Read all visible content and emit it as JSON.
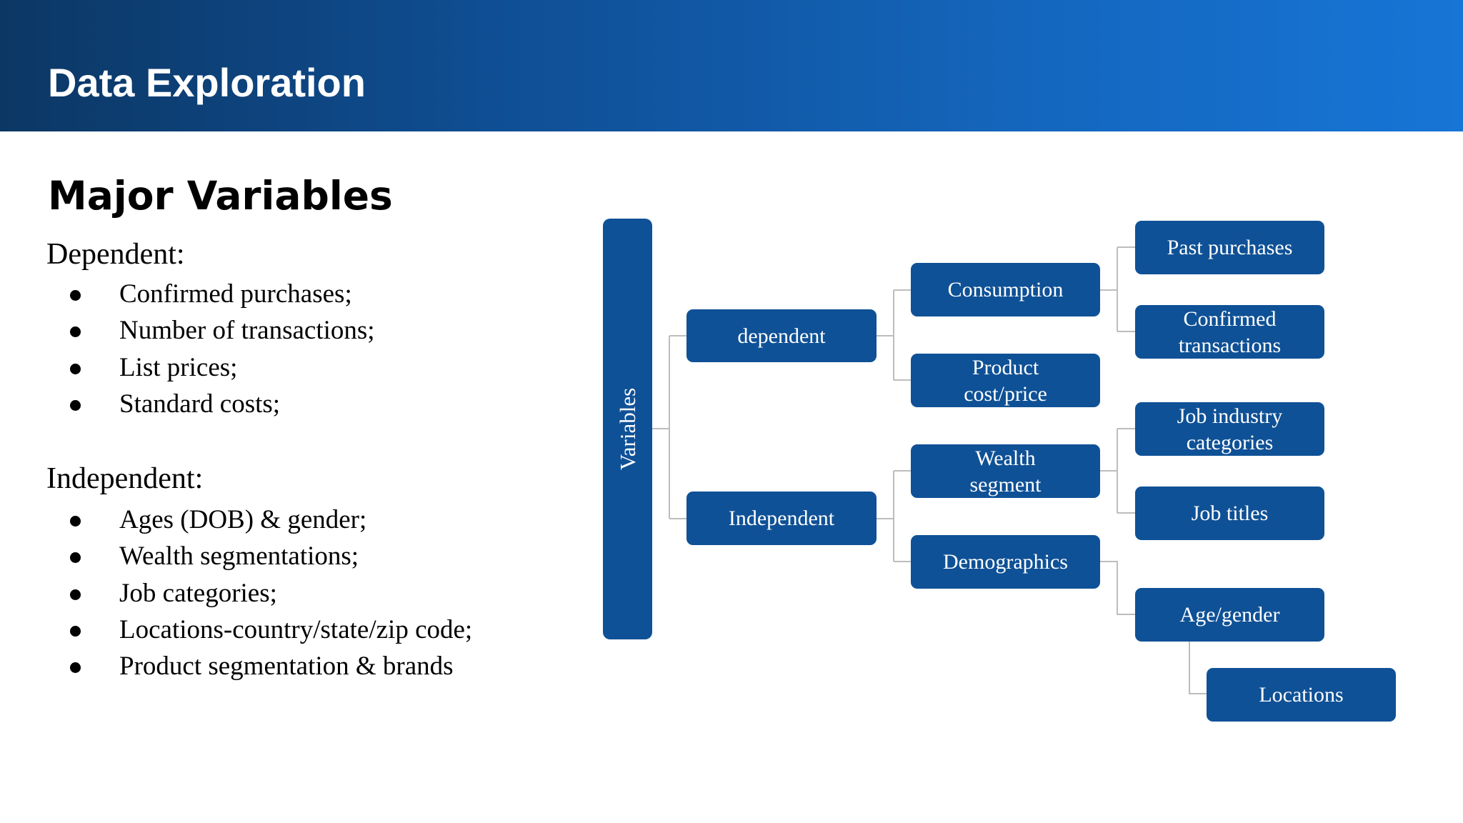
{
  "header": {
    "title": "Data Exploration"
  },
  "content": {
    "section_title": "Major Variables",
    "dependent": {
      "heading": "Dependent:",
      "items": [
        "Confirmed purchases;",
        "Number of transactions;",
        "List prices;",
        "Standard costs;"
      ]
    },
    "independent": {
      "heading": "Independent:",
      "items": [
        "Ages (DOB) & gender;",
        "Wealth segmentations;",
        "Job categories;",
        "Locations-country/state/zip code;",
        "Product segmentation & brands"
      ]
    }
  },
  "diagram": {
    "root": "Variables",
    "level1": [
      "dependent",
      "Independent"
    ],
    "level2": [
      "Consumption",
      "Product cost/price",
      "Wealth segment",
      "Demographics"
    ],
    "level3": [
      "Past purchases",
      "Confirmed transactions",
      "Job industry categories",
      "Job titles",
      "Age/gender"
    ],
    "level4": [
      "Locations"
    ],
    "colors": {
      "node_fill": "#0f5196",
      "connector": "#bdbdbd",
      "header_start": "#0c3764",
      "header_end": "#1775d6"
    }
  }
}
